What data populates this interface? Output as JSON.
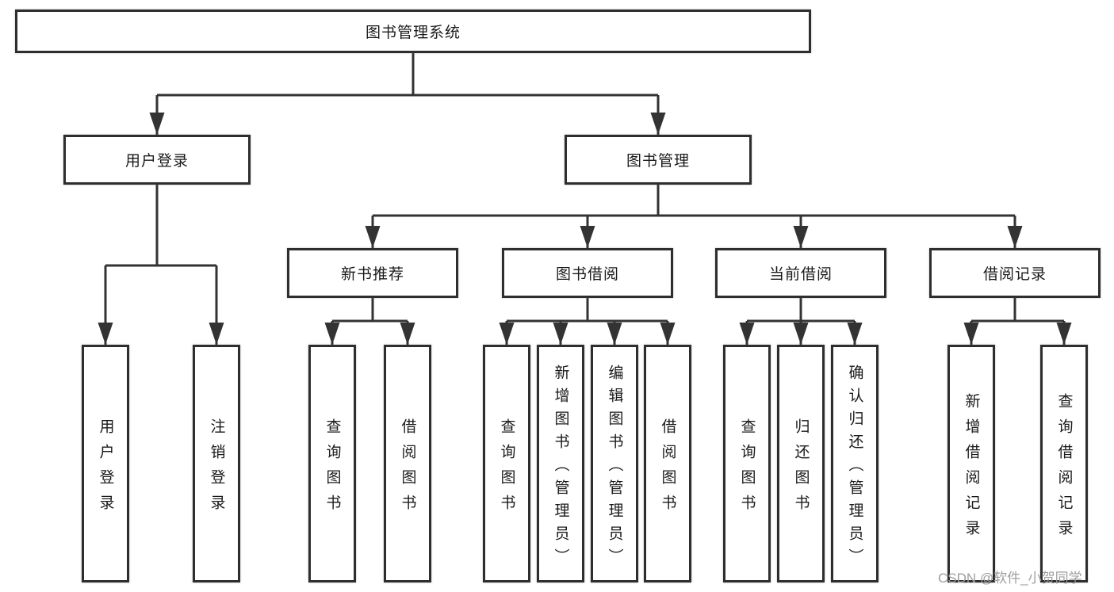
{
  "nodes": {
    "root": {
      "label": "图书管理系统"
    },
    "user_login": {
      "label": "用户登录"
    },
    "book_management": {
      "label": "图书管理"
    },
    "new_book_recommendation": {
      "label": "新书推荐"
    },
    "book_borrowing": {
      "label": "图书借阅"
    },
    "current_borrowing": {
      "label": "当前借阅"
    },
    "borrowing_records": {
      "label": "借阅记录"
    },
    "leaf_user_login": {
      "label": "用户登录"
    },
    "leaf_logout": {
      "label": "注销登录"
    },
    "leaf_query_books_rec": {
      "label": "查询图书"
    },
    "leaf_borrow_books_rec": {
      "label": "借阅图书"
    },
    "leaf_query_books_bor": {
      "label": "查询图书"
    },
    "leaf_add_books_admin": {
      "label": "新增图书（管理员）"
    },
    "leaf_edit_books_admin": {
      "label": "编辑图书（管理员）"
    },
    "leaf_borrow_books_bor": {
      "label": "借阅图书"
    },
    "leaf_query_books_cur": {
      "label": "查询图书"
    },
    "leaf_return_books": {
      "label": "归还图书"
    },
    "leaf_confirm_return_admin": {
      "label": "确认归还（管理员）"
    },
    "leaf_add_borrow_record": {
      "label": "新增借阅记录"
    },
    "leaf_query_borrow_record": {
      "label": "查询借阅记录"
    }
  },
  "hierarchy": {
    "图书管理系统": [
      "用户登录",
      "图书管理"
    ],
    "用户登录": [
      "用户登录",
      "注销登录"
    ],
    "图书管理": [
      "新书推荐",
      "图书借阅",
      "当前借阅",
      "借阅记录"
    ],
    "新书推荐": [
      "查询图书",
      "借阅图书"
    ],
    "图书借阅": [
      "查询图书",
      "新增图书（管理员）",
      "编辑图书（管理员）",
      "借阅图书"
    ],
    "当前借阅": [
      "查询图书",
      "归还图书",
      "确认归还（管理员）"
    ],
    "借阅记录": [
      "新增借阅记录",
      "查询借阅记录"
    ]
  },
  "colors": {
    "line": "#333333",
    "border": "#2e2e2e",
    "text": "#1a1a1a",
    "watermark": "#9e9e9e"
  },
  "watermark": {
    "text": "CSDN @软件_小贺同学"
  }
}
